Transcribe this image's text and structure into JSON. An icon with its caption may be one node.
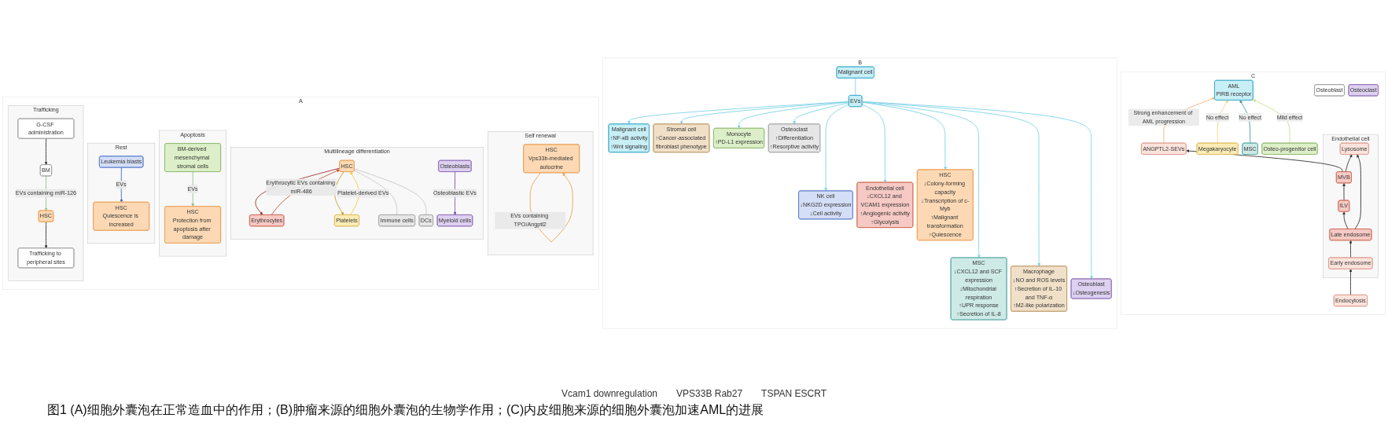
{
  "diagram": {
    "caption": "图1 (A)细胞外囊泡在正常造血中的作用；(B)肿瘤来源的细胞外囊泡的生物学作用；(C)内皮细胞来源的细胞外囊泡加速AML的进展",
    "nodes": [
      {
        "text": [
          "A"
        ]
      },
      {
        "text": [
          "Self renewal"
        ],
        "in": 0
      },
      {
        "text": [
          "HSC",
          "Vps33b-mediated autocrine"
        ],
        "in": 1
      },
      {
        "text": [
          "Multilineage differentiation"
        ],
        "in": 0
      },
      {
        "text": [
          "HSC"
        ],
        "in": 3
      },
      {
        "text": [
          "Erythrocytes"
        ],
        "in": 3
      },
      {
        "text": [
          "Platelets"
        ],
        "in": 3
      },
      {
        "text": [
          "Immune cells"
        ],
        "in": 3
      },
      {
        "text": [
          "Myeloid cells"
        ],
        "in": 3
      },
      {
        "text": [
          "DCs"
        ],
        "in": 3
      },
      {
        "text": [
          "Osteoblasts"
        ],
        "in": 3
      },
      {
        "text": [
          "Apoptosis"
        ],
        "in": 0
      },
      {
        "text": [
          "HSC",
          "Protection from apoptosis after damage"
        ],
        "in": 11
      },
      {
        "text": [
          "BM-derived mesenchymal stromal cells"
        ],
        "in": 11
      },
      {
        "text": [
          "Rest"
        ],
        "in": 0
      },
      {
        "text": [
          "HSC",
          "Quiescence is increased"
        ],
        "in": 14
      },
      {
        "text": [
          "Leukemia blasts"
        ],
        "in": 14
      },
      {
        "text": [
          "Trafficking"
        ],
        "in": 0
      },
      {
        "text": [
          "HSC"
        ],
        "in": 17
      },
      {
        "text": [
          "Trafficking to peripheral sites"
        ],
        "in": 17
      },
      {
        "text": [
          "BM"
        ],
        "in": 17
      },
      {
        "text": [
          "G-CSF administration"
        ],
        "in": 17
      },
      {
        "text": [
          "B"
        ]
      },
      {
        "text": [
          "Malignant cell"
        ],
        "in": 22
      },
      {
        "text": [
          "EVs"
        ],
        "in": 22
      },
      {
        "text": [
          "Malignant cell",
          "↑NF-κB activity",
          "↑Wnt signaling"
        ],
        "in": 22
      },
      {
        "text": [
          "NK cell",
          "↓NKG2D expression",
          "↓Cell activity"
        ],
        "in": 22
      },
      {
        "text": [
          "MSC",
          "↓CXCL12 and SCF expression",
          "↓Mitochondrial respiration",
          "↑UPR response",
          "↑Secretion of IL-8"
        ],
        "in": 22
      },
      {
        "text": [
          "Stromal cell",
          "↑Cancer-associated fibroblast phenotype"
        ],
        "in": 22
      },
      {
        "text": [
          "Endothelial cell",
          "↓CXCL12 and VCAM1 expression",
          "↑Angiogenic activity",
          "↑Glycolysis"
        ],
        "in": 22
      },
      {
        "text": [
          "Macrophage",
          "↓NO and ROS levels",
          "↑Secretion of IL-10 and TNF-α",
          "↑M2-like polarization"
        ],
        "in": 22
      },
      {
        "text": [
          "Monocyte",
          "↑PD-L1 expression"
        ],
        "in": 22
      },
      {
        "text": [
          "HSC",
          "↓Colony-forming capacity",
          "↓Transcription of c-Myb",
          "↑Malignant transformation",
          "↑Quiescence"
        ],
        "in": 22
      },
      {
        "text": [
          "Osteoblast",
          "↓Osteogenesis"
        ],
        "in": 22
      },
      {
        "text": [
          "Osteoclast",
          "↑Differentiation",
          "↑Resorptive activity"
        ],
        "in": 22
      },
      {
        "text": [
          "C"
        ]
      },
      {
        "text": [
          "AML",
          "PIRB receptor"
        ],
        "in": 35
      },
      {
        "text": [
          "Megakaryocyte"
        ],
        "in": 35
      },
      {
        "text": [
          "MSC"
        ],
        "in": 35
      },
      {
        "text": [
          "Endothelial cell"
        ],
        "in": 35
      },
      {
        "text": [
          "MVB"
        ],
        "in": 39
      },
      {
        "text": [
          "ILV"
        ],
        "in": 39
      },
      {
        "text": [
          "Lysosome"
        ],
        "in": 39
      },
      {
        "text": [
          "Early endosome"
        ],
        "in": 39
      },
      {
        "text": [
          "Late endosome"
        ],
        "in": 39
      },
      {
        "text": [
          "Endocytosis"
        ],
        "in": 35
      },
      {
        "text": [
          "ANGPTL2-SEVs"
        ],
        "in": 35
      },
      {
        "text": [
          "Osteo-progenitor cell"
        ],
        "in": 35
      },
      {
        "text": [
          "Osteoblast"
        ],
        "in": 35
      },
      {
        "text": [
          "Osteoclast"
        ],
        "in": 35
      }
    ],
    "edges": [
      {
        "from": 2,
        "to": 2,
        "arrow": "to",
        "label": "EVs containing TPO/Angptl2",
        "color": "#f0a050"
      },
      {
        "from": 5,
        "to": 4,
        "arrow": "to",
        "label": "Erythrocytic EVs containing miR-486",
        "color": "#c8553d"
      },
      {
        "from": 4,
        "to": 5,
        "arrow": "to",
        "color": "#9b2d2d"
      },
      {
        "from": 4,
        "to": 6,
        "arrow": "to",
        "color": "#c8a020"
      },
      {
        "from": 6,
        "to": 4,
        "arrow": "to",
        "label": "Platelet-derived EVs",
        "color": "#f2c94c"
      },
      {
        "from": 4,
        "to": 7,
        "arrow": "none",
        "color": "#c8c8c8"
      },
      {
        "from": 4,
        "to": 9,
        "arrow": "none",
        "color": "#c8c8c8"
      },
      {
        "from": 10,
        "to": 8,
        "arrow": "to",
        "label": "Osteoblastic EVs",
        "color": "#7b52ab"
      },
      {
        "from": 13,
        "to": 12,
        "arrow": "to",
        "label": "EVs",
        "color": "#8fbf8f"
      },
      {
        "from": 16,
        "to": 15,
        "arrow": "to",
        "label": "EVs",
        "color": "#3a66c4"
      },
      {
        "from": 20,
        "to": 18,
        "arrow": "to",
        "label": "EVs containing miR-126",
        "color": "#8fbf8f"
      },
      {
        "from": 18,
        "to": 19,
        "arrow": "to",
        "color": "#333333"
      },
      {
        "from": 21,
        "to": 20,
        "arrow": "to",
        "color": "#333333"
      },
      {
        "from": 23,
        "to": 24,
        "arrow": "none",
        "color": "#7fd3e6"
      },
      {
        "from": 24,
        "to": 25,
        "arrow": "to",
        "color": "#7fd3e6"
      },
      {
        "from": 24,
        "to": 26,
        "arrow": "to",
        "color": "#7fd3e6"
      },
      {
        "from": 24,
        "to": 27,
        "arrow": "to",
        "color": "#7fd3e6"
      },
      {
        "from": 24,
        "to": 28,
        "arrow": "to",
        "color": "#7fd3e6"
      },
      {
        "from": 24,
        "to": 29,
        "arrow": "to",
        "color": "#7fd3e6"
      },
      {
        "from": 24,
        "to": 30,
        "arrow": "to",
        "color": "#7fd3e6"
      },
      {
        "from": 24,
        "to": 31,
        "arrow": "to",
        "color": "#7fd3e6"
      },
      {
        "from": 24,
        "to": 32,
        "arrow": "to",
        "color": "#7fd3e6"
      },
      {
        "from": 24,
        "to": 33,
        "arrow": "to",
        "color": "#7fd3e6"
      },
      {
        "from": 24,
        "to": 34,
        "arrow": "to",
        "color": "#7fd3e6"
      },
      {
        "from": 37,
        "to": 36,
        "arrow": "to",
        "label": "No effect",
        "color": "#f2d27a"
      },
      {
        "from": 38,
        "to": 36,
        "arrow": "to",
        "label": "No effect",
        "color": "#3f9a96"
      },
      {
        "from": 47,
        "to": 36,
        "arrow": "to",
        "label": "Mild effect",
        "color": "#c5e08a"
      },
      {
        "from": 46,
        "to": 36,
        "arrow": "to",
        "label": "Strong enhancement of AML progression",
        "color": "#f5b37a"
      },
      {
        "from": 40,
        "to": 46,
        "arrow": "to",
        "color": "#333333"
      },
      {
        "from": 41,
        "to": 40,
        "arrow": "to",
        "color": "#333333"
      },
      {
        "from": 44,
        "to": 41,
        "arrow": "to",
        "color": "#333333"
      },
      {
        "from": 40,
        "to": 42,
        "arrow": "to",
        "color": "#333333"
      },
      {
        "from": 44,
        "to": 42,
        "arrow": "to",
        "color": "#333333"
      },
      {
        "from": 43,
        "to": 44,
        "arrow": "to",
        "color": "#333333"
      },
      {
        "from": 45,
        "to": 43,
        "arrow": "to",
        "color": "#333333"
      }
    ],
    "labels": [
      "Vcam1 downregulation",
      "VPS33B Rab27",
      "TSPAN ESCRT"
    ]
  }
}
